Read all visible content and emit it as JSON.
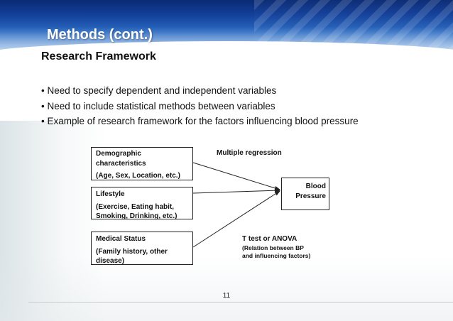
{
  "header": {
    "title": "Methods (cont.)"
  },
  "subtitle": "Research Framework",
  "bullets": [
    "Need to specify dependent and independent variables",
    "Need to include statistical methods between variables",
    "Example of research framework for the factors influencing blood pressure"
  ],
  "diagram": {
    "boxes": {
      "demographic": {
        "line1": "Demographic",
        "line2": "characteristics",
        "line3": "(Age, Sex, Location, etc.)"
      },
      "lifestyle": {
        "line1": "Lifestyle",
        "line2": "(Exercise, Eating habit,",
        "line3": "Smoking, Drinking, etc.)"
      },
      "medical": {
        "line1": "Medical Status",
        "line2": "(Family history, other",
        "line3": "disease)"
      },
      "outcome": {
        "line1": "Blood",
        "line2": "Pressure"
      }
    },
    "labels": {
      "regression": "Multiple regression",
      "ttest": "T test or ANOVA",
      "relation_line1": "(Relation between BP",
      "relation_line2": "and influencing factors)"
    }
  },
  "footer": {
    "page_number": "11"
  }
}
